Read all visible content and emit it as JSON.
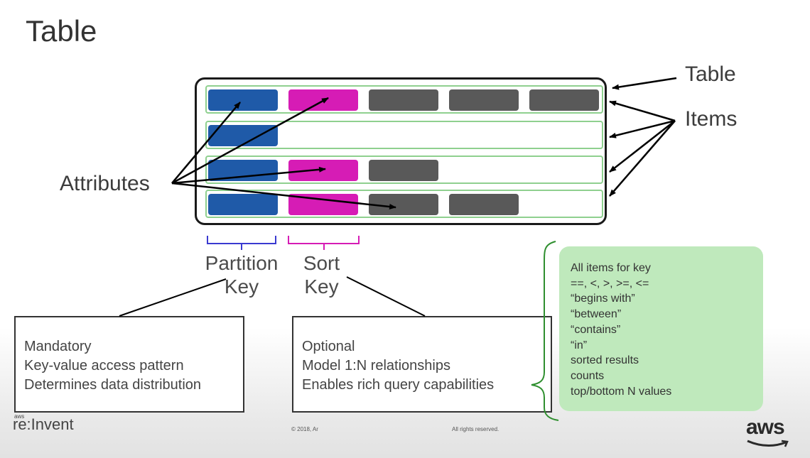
{
  "slide": {
    "title": "Table",
    "labels": {
      "table": "Table",
      "items": "Items",
      "attributes": "Attributes"
    },
    "keys": {
      "partition_line1": "Partition",
      "partition_line2": "Key",
      "sort_line1": "Sort",
      "sort_line2": "Key"
    },
    "partition_box": [
      "Mandatory",
      "Key-value access pattern",
      "Determines data distribution"
    ],
    "sort_box": [
      "Optional",
      "Model 1:N relationships",
      "Enables rich query capabilities"
    ],
    "query_ops": [
      "All items for key",
      "==, <, >, >=, <=",
      "“begins with”",
      "“between”",
      "“contains”",
      "“in”",
      "sorted results",
      "counts",
      "top/bottom N values"
    ],
    "colors": {
      "partition_key": "#1f5aa8",
      "sort_key": "#d61cb5",
      "attribute": "#595959",
      "item_border": "#8fd08f",
      "query_box": "#bfe9bc"
    }
  },
  "footer": {
    "brand_prefix": "aws",
    "brand": "re:Invent",
    "copyright": "© 2018, Ar",
    "rights": "All rights reserved.",
    "logo": "aws"
  }
}
